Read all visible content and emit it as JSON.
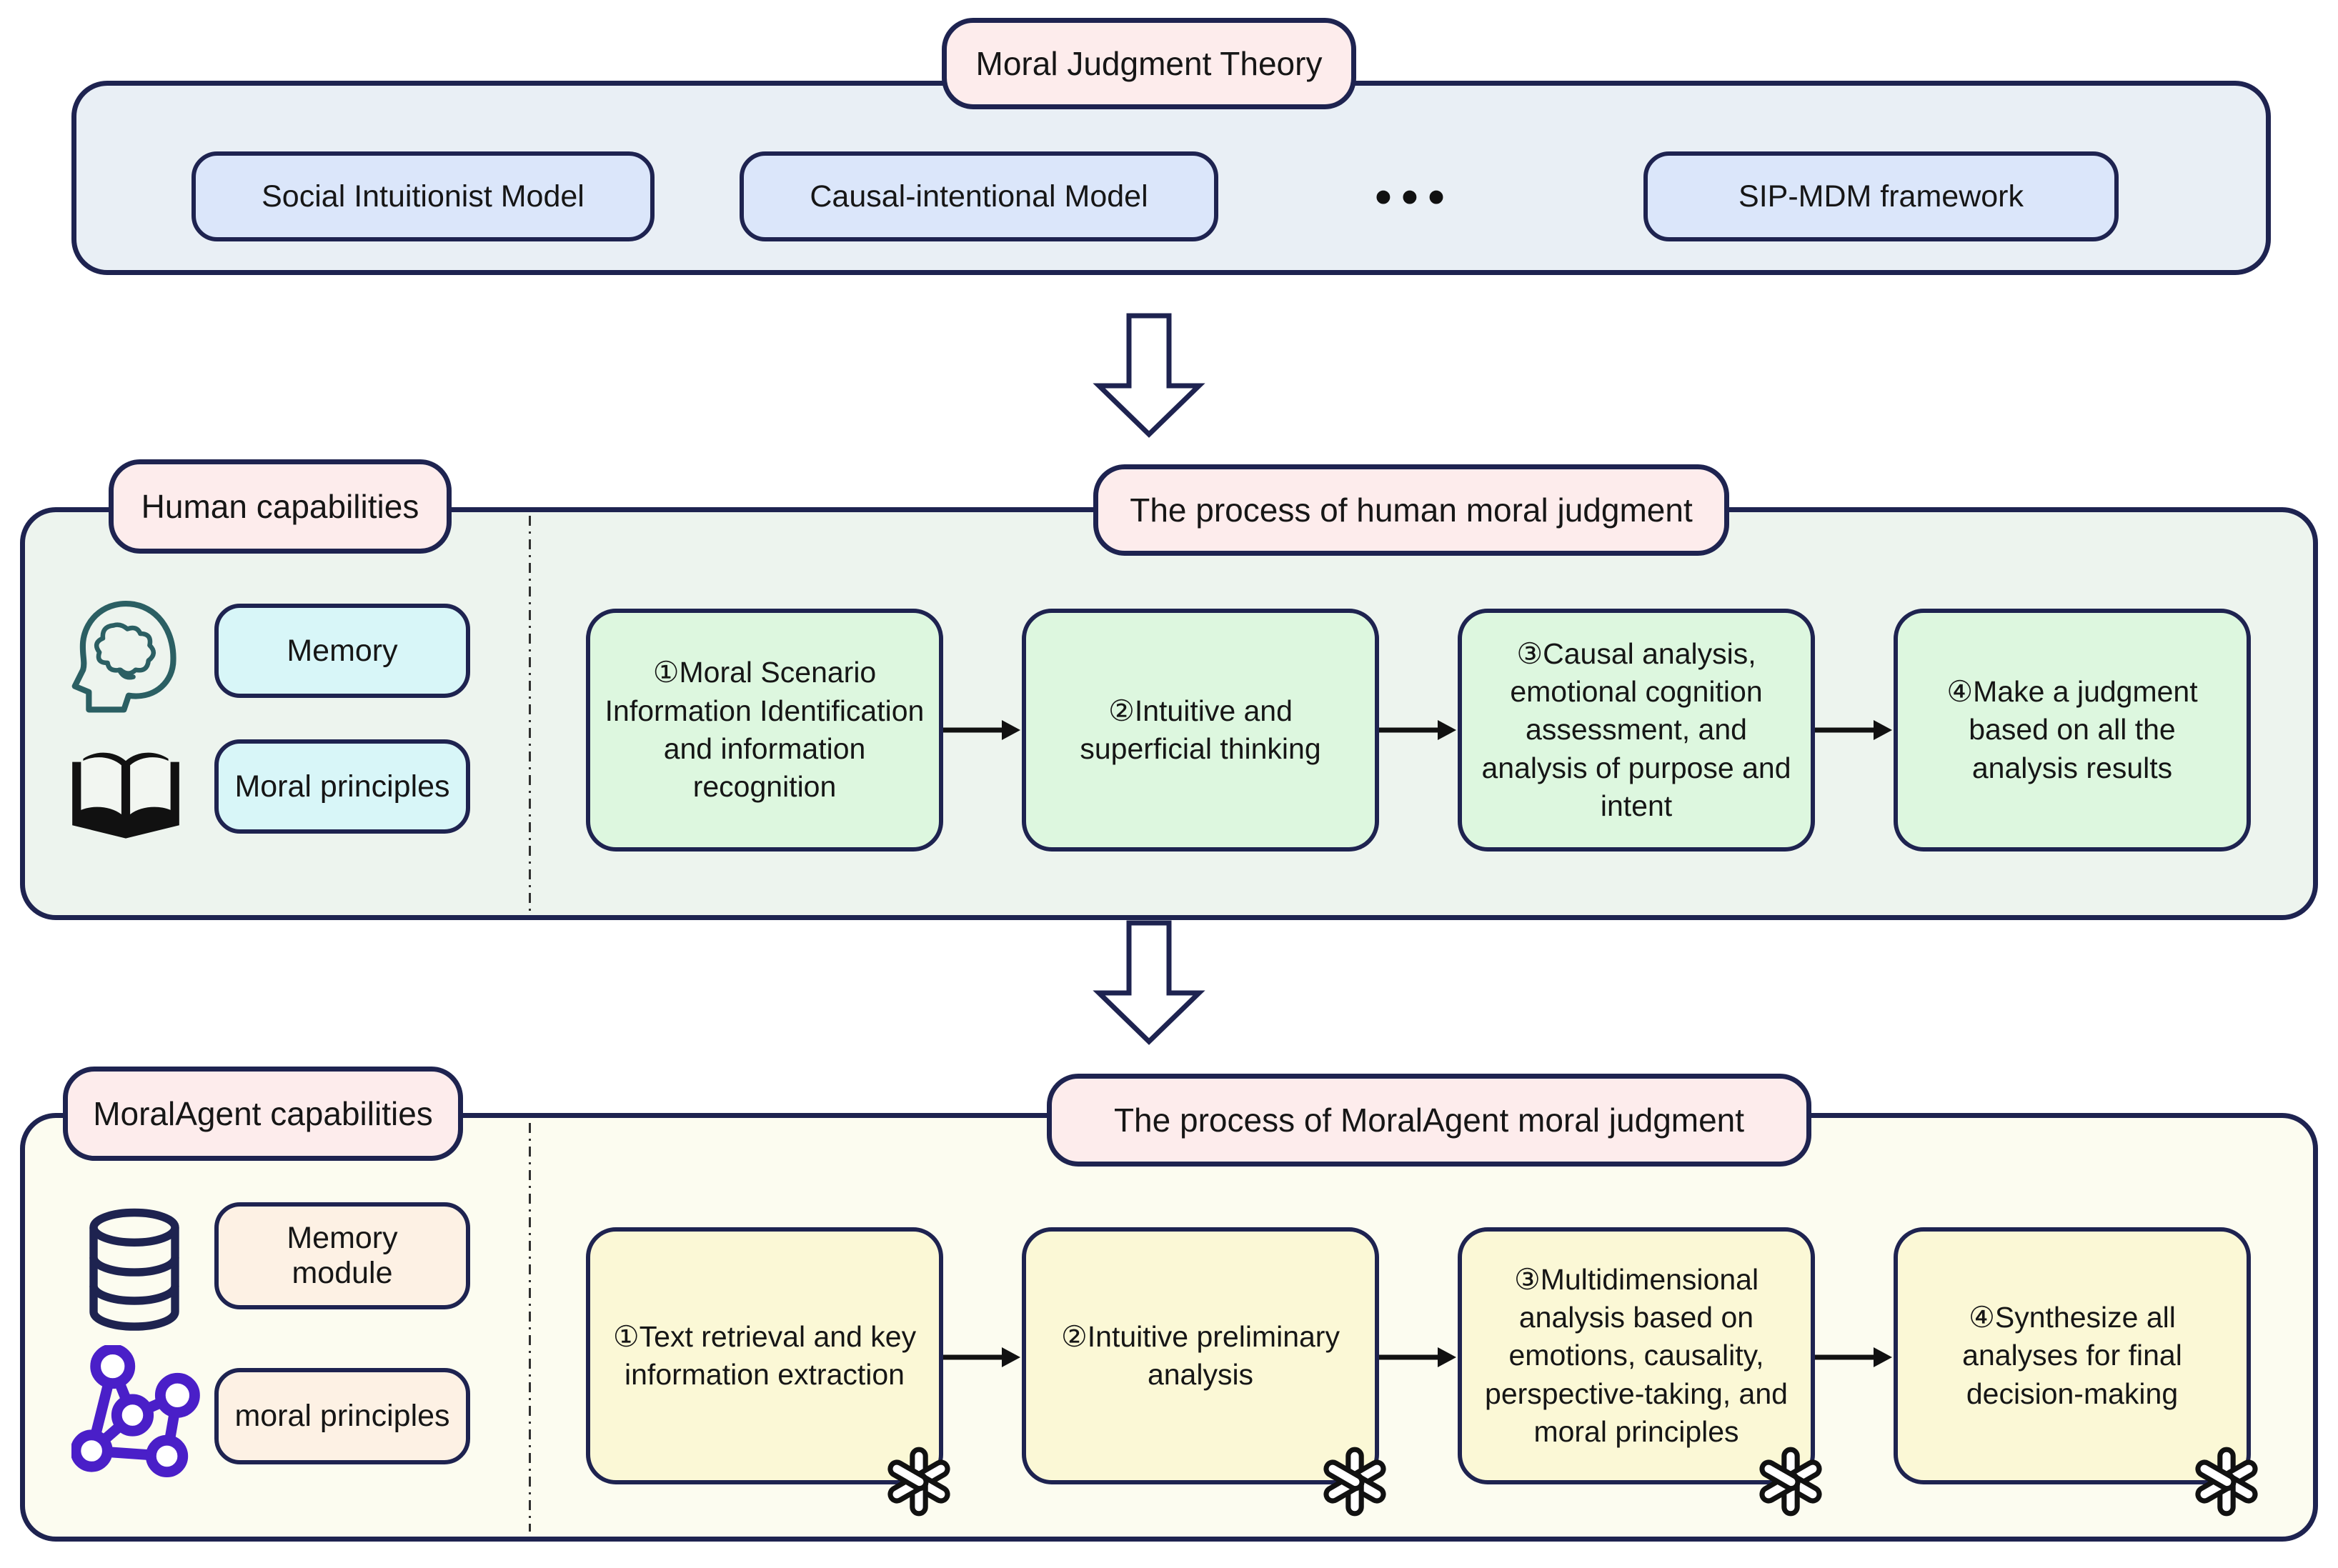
{
  "colors": {
    "border_navy": "#1e2350",
    "panel_theory_bg": "#e9eff5",
    "panel_human_bg": "#edf4ee",
    "panel_agent_bg": "#fcfcf0",
    "pink_label_bg": "#fdecec",
    "blue_box_bg": "#dbe6fa",
    "cyan_box_bg": "#d8f6f8",
    "peach_box_bg": "#fdf1e4",
    "green_box_bg": "#ddf7df",
    "yellow_box_bg": "#fbf8d6",
    "arrow_black": "#111111",
    "network_icon_purple": "#4a1fc8",
    "brain_icon_teal": "#2b5f63"
  },
  "theory": {
    "title": "Moral Judgment Theory",
    "models": [
      "Social Intuitionist Model",
      "Causal-intentional Model",
      "SIP-MDM framework"
    ],
    "ellipsis": "•••"
  },
  "human": {
    "capabilities_title": "Human capabilities",
    "process_title": "The process of human moral judgment",
    "capabilities": [
      {
        "icon": "brain-icon",
        "label": "Memory"
      },
      {
        "icon": "book-icon",
        "label": "Moral principles"
      }
    ],
    "steps": [
      "①Moral Scenario Information Identification and information recognition",
      "②Intuitive and superficial thinking",
      "③Causal analysis, emotional cognition assessment, and analysis of purpose and intent",
      "④Make a judgment based on all the analysis results"
    ]
  },
  "agent": {
    "capabilities_title": "MoralAgent capabilities",
    "process_title": "The process of MoralAgent moral judgment",
    "capabilities": [
      {
        "icon": "database-icon",
        "label": "Memory module"
      },
      {
        "icon": "network-icon",
        "label": "moral principles"
      }
    ],
    "steps": [
      "①Text retrieval and key information extraction",
      "②Intuitive preliminary analysis",
      "③Multidimensional analysis based on emotions, causality, perspective-taking, and moral principles",
      "④Synthesize all analyses for final decision-making"
    ],
    "step_icon": "openai-logo-icon"
  }
}
